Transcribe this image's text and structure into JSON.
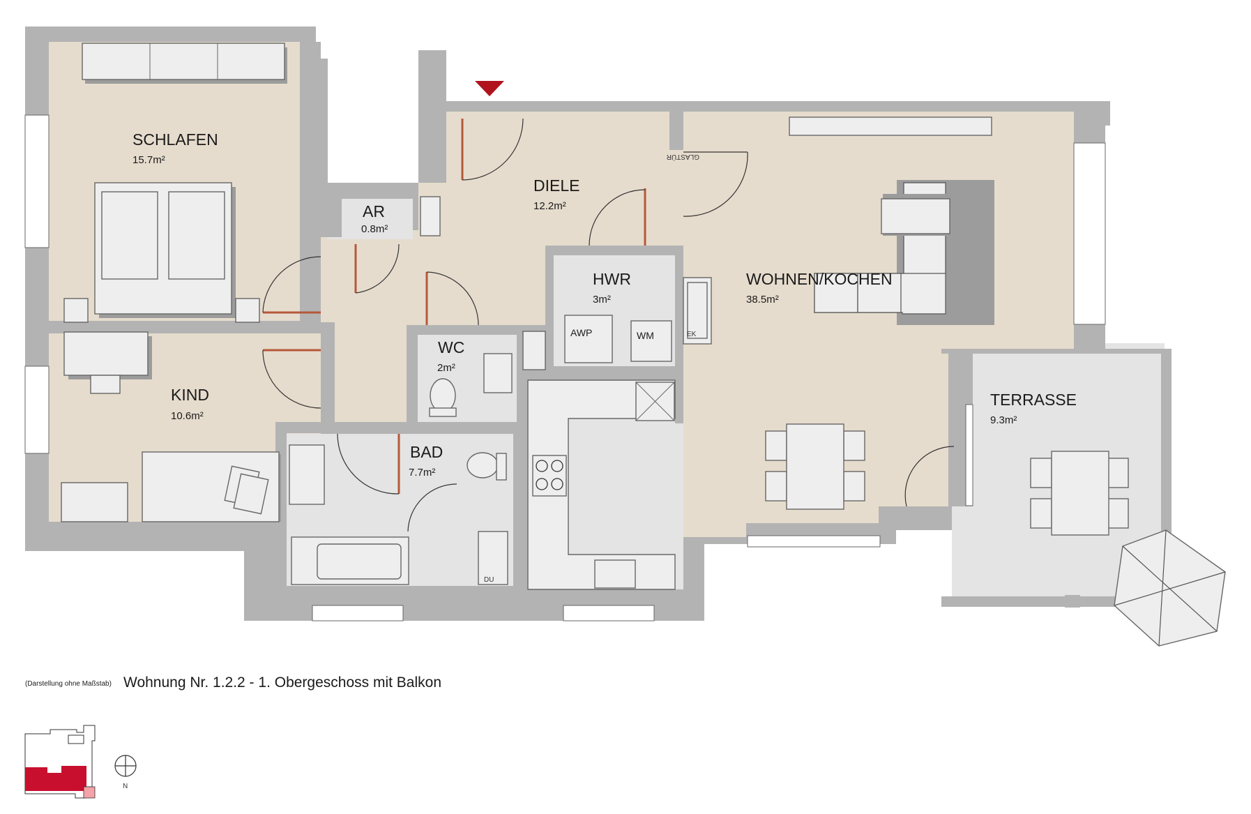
{
  "rooms": {
    "schlafen": {
      "name": "SCHLAFEN",
      "area": "15.7m²"
    },
    "diele": {
      "name": "DIELE",
      "area": "12.2m²"
    },
    "ar": {
      "name": "AR",
      "area": "0.8m²"
    },
    "hwr": {
      "name": "HWR",
      "area": "3m²"
    },
    "wohnen": {
      "name": "WOHNEN/KOCHEN",
      "area": "38.5m²"
    },
    "wc": {
      "name": "WC",
      "area": "2m²"
    },
    "kind": {
      "name": "KIND",
      "area": "10.6m²"
    },
    "bad": {
      "name": "BAD",
      "area": "7.7m²"
    },
    "terrasse": {
      "name": "TERRASSE",
      "area": "9.3m²"
    }
  },
  "fixtures": {
    "awp": "AWP",
    "wm": "WM",
    "ek": "EK",
    "du": "DU",
    "glastur": "GLASTÜR"
  },
  "caption": {
    "note": "(Darstellung ohne Maßstab)",
    "title": "Wohnung Nr. 1.2.2 - 1. Obergeschoss mit Balkon"
  },
  "keyplan": {
    "north_label": "N"
  },
  "colors": {
    "wall": "#b3b3b3",
    "wood_floor": "#e6dccd",
    "tile_floor": "#e4e4e4",
    "entrance_marker": "#b0131e",
    "keyplan_highlight": "#c8102e",
    "door_leaf": "#b5583a"
  }
}
